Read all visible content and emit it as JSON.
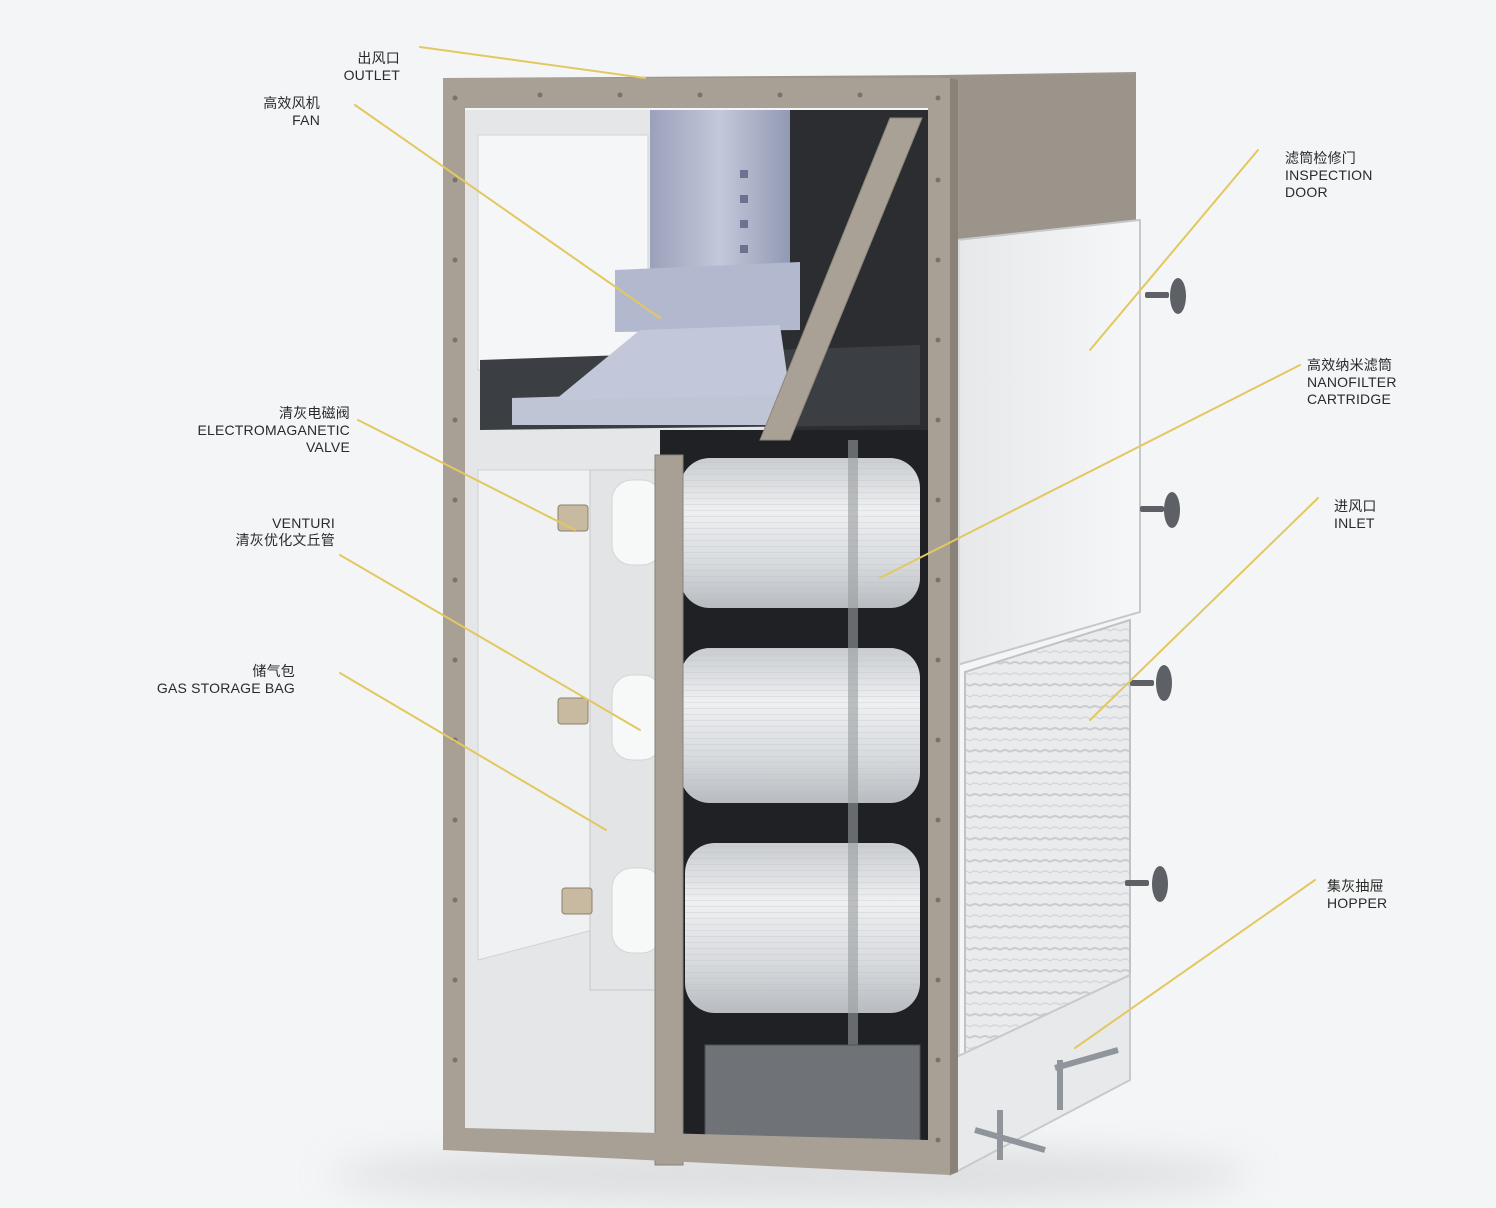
{
  "colors": {
    "background": "#f4f5f6",
    "frame": "#a59d92",
    "frame_dark": "#8a8278",
    "panel": "#ebedee",
    "cartridge": "#d6d9dc",
    "fan": "#a9b0c7",
    "leader_line": "#e3c860"
  },
  "labels": {
    "outlet": {
      "zh": "出风口",
      "en": "OUTLET"
    },
    "fan": {
      "zh": "高效风机",
      "en": "FAN"
    },
    "inspection_door": {
      "zh": "滤筒检修门",
      "en1": "INSPECTION",
      "en2": "DOOR"
    },
    "nanofilter": {
      "zh": "高效纳米滤筒",
      "en1": "NANOFILTER",
      "en2": "CARTRIDGE"
    },
    "valve": {
      "zh": "清灰电磁阀",
      "en1": "ELECTROMAGANETIC",
      "en2": "VALVE"
    },
    "venturi": {
      "en": "VENTURI",
      "zh": "清灰优化文丘管"
    },
    "inlet": {
      "zh": "进风口",
      "en": "INLET"
    },
    "gas_bag": {
      "zh": "储气包",
      "en": "GAS STORAGE BAG"
    },
    "hopper": {
      "zh": "集灰抽屉",
      "en": "HOPPER"
    }
  }
}
